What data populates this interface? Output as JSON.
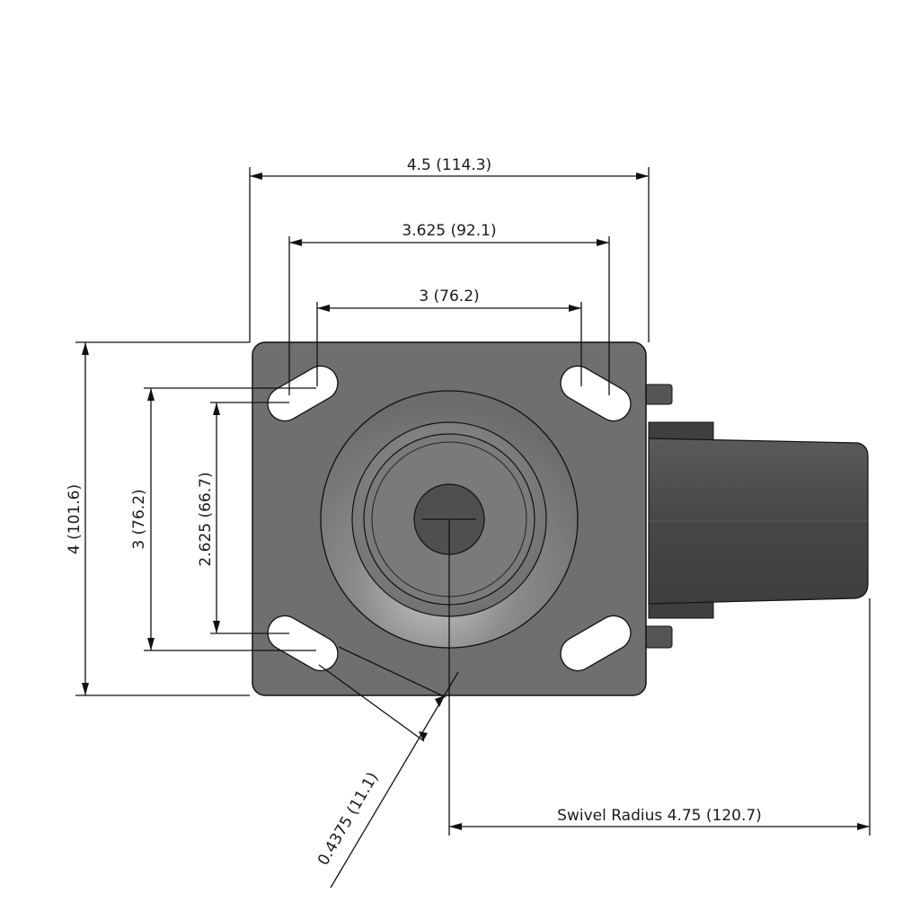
{
  "dimensions": {
    "overall_width": "4.5 (114.3)",
    "outer_hole_spacing": "3.625 (92.1)",
    "inner_hole_spacing": "3 (76.2)",
    "overall_height": "4 (101.6)",
    "outer_vertical_spacing": "3 (76.2)",
    "inner_vertical_spacing": "2.625 (66.7)",
    "bolt_hole_diameter": "0.4375 (11.1)",
    "swivel_radius": "Swivel Radius 4.75 (120.7)"
  },
  "colors": {
    "plate": "#6f6f6f",
    "bearing": "#787878",
    "kingpin": "#4f4f4f",
    "wheel": "#4a4a4a",
    "line": "#111111"
  }
}
